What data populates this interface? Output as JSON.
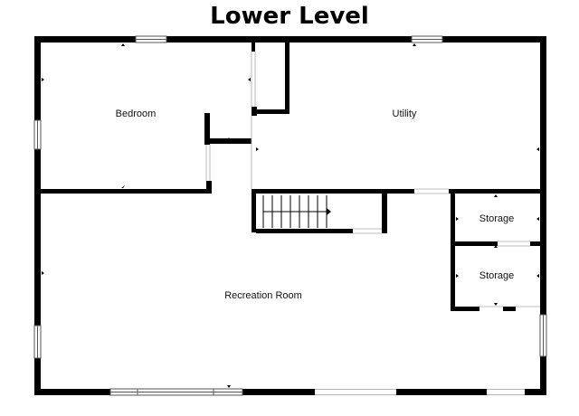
{
  "plan": {
    "title": "Lower Level",
    "rooms": {
      "bedroom": "Bedroom",
      "utility": "Utility",
      "storage_upper": "Storage",
      "storage_lower": "Storage",
      "recreation": "Recreation Room"
    },
    "colors": {
      "wall": "#000000",
      "background": "#ffffff",
      "window": "#9a9a9a"
    }
  }
}
